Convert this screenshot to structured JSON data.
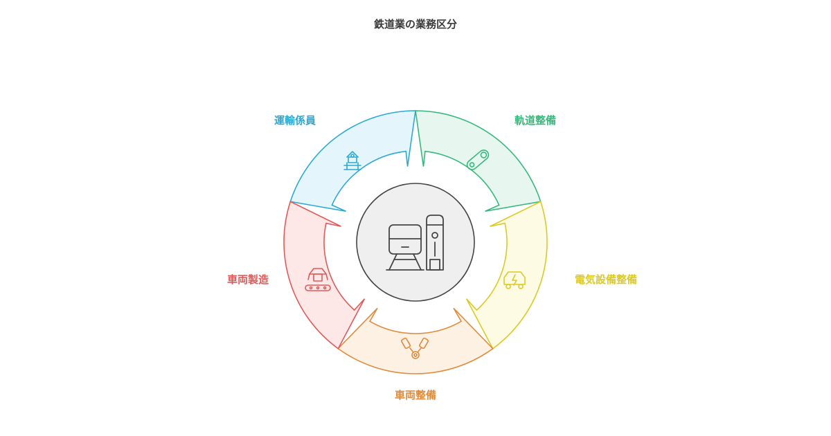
{
  "title": "鉄道業の業務区分",
  "center": {
    "icon": "train-station-icon"
  },
  "segments": [
    {
      "label": "運輸係員",
      "icon": "station-icon",
      "stroke": "#2aa9d2",
      "fill": "#e4f6fc"
    },
    {
      "label": "軌道整備",
      "icon": "rail-chain-icon",
      "stroke": "#35b87c",
      "fill": "#e7f7ef"
    },
    {
      "label": "電気設備整備",
      "icon": "electric-vehicle-icon",
      "stroke": "#dcc926",
      "fill": "#fdfbe3"
    },
    {
      "label": "車両整備",
      "icon": "gear-tools-icon",
      "stroke": "#e08a3c",
      "fill": "#fdf1e4"
    },
    {
      "label": "車両製造",
      "icon": "robot-assembly-icon",
      "stroke": "#e05a5a",
      "fill": "#fde7e7"
    }
  ]
}
